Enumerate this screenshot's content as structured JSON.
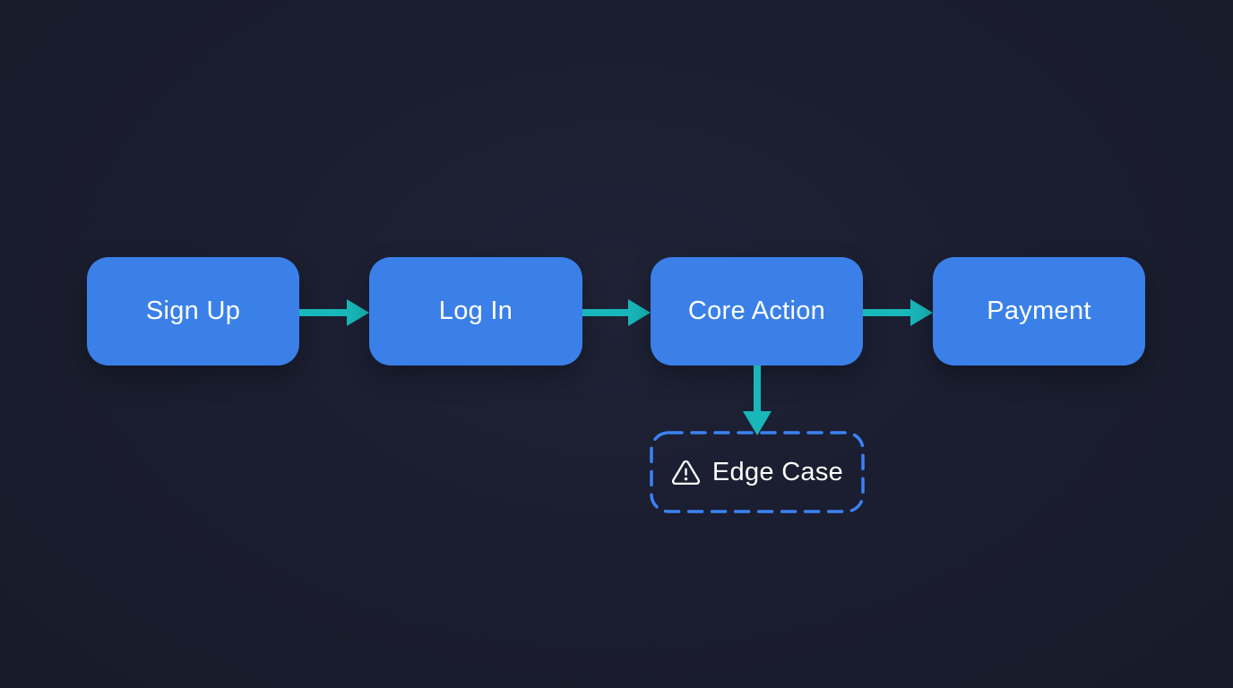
{
  "diagram": {
    "type": "flowchart",
    "nodes": [
      {
        "id": "sign-up",
        "label": "Sign Up",
        "style": "solid-blue"
      },
      {
        "id": "log-in",
        "label": "Log In",
        "style": "solid-blue"
      },
      {
        "id": "core-action",
        "label": "Core Action",
        "style": "solid-blue"
      },
      {
        "id": "payment",
        "label": "Payment",
        "style": "solid-blue"
      },
      {
        "id": "edge-case",
        "label": "Edge Case",
        "style": "dashed-outline",
        "icon": "warning-triangle-icon"
      }
    ],
    "edges": [
      {
        "from": "sign-up",
        "to": "log-in",
        "direction": "right"
      },
      {
        "from": "log-in",
        "to": "core-action",
        "direction": "right"
      },
      {
        "from": "core-action",
        "to": "payment",
        "direction": "right"
      },
      {
        "from": "core-action",
        "to": "edge-case",
        "direction": "down"
      }
    ],
    "colors": {
      "bg": "#1a1d2e",
      "bg_light": "#1e2236",
      "node": "#3a80e8",
      "arrow": "#18b7ba",
      "dashed_border": "#3b82f6",
      "text": "#ffffff"
    }
  }
}
